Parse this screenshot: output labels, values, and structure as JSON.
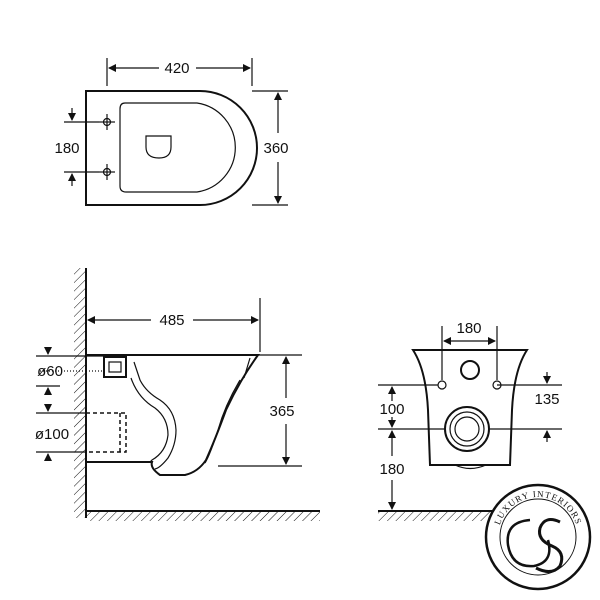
{
  "top_view": {
    "width_label": "420",
    "depth_label": "360",
    "holes_label": "180"
  },
  "side_view": {
    "length_label": "485",
    "height_label": "365",
    "inlet_label": "ø60",
    "outlet_label": "ø100"
  },
  "rear_view": {
    "holes_spacing_label": "180",
    "upper_height_label": "135",
    "outlet_offset_label": "100",
    "floor_height_label": "180"
  },
  "logo": {
    "text": "LUXURY INTERIORS",
    "icon": "monogram-logo-icon"
  }
}
